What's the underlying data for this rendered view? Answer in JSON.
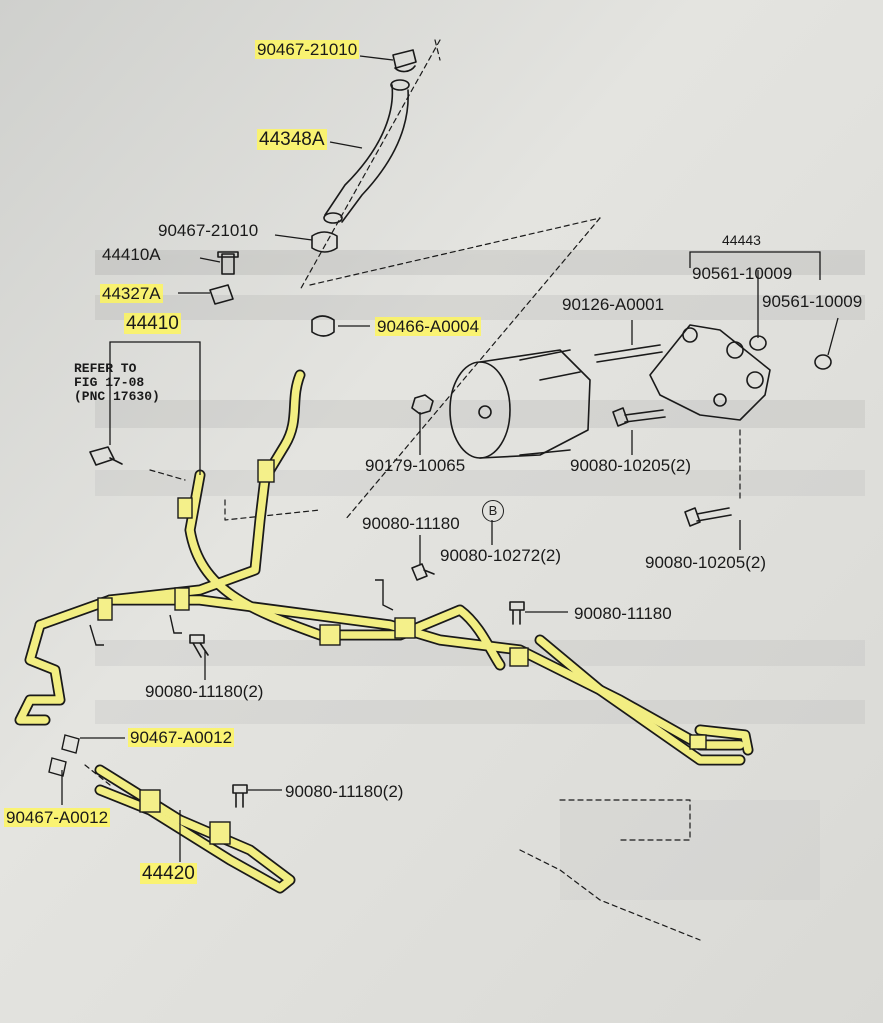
{
  "title": "",
  "callouts": [
    {
      "id": "c1",
      "text": "90467-21010",
      "highlight": true
    },
    {
      "id": "c2",
      "text": "44348A",
      "highlight": true
    },
    {
      "id": "c3",
      "text": "90467-21010",
      "highlight": false
    },
    {
      "id": "c4",
      "text": "44410A",
      "highlight": false
    },
    {
      "id": "c5",
      "text": "44327A",
      "highlight": true
    },
    {
      "id": "c6",
      "text": "44410",
      "highlight": true
    },
    {
      "id": "c7",
      "text": "90466-A0004",
      "highlight": true
    },
    {
      "id": "c8",
      "text": "90126-A0001",
      "highlight": false
    },
    {
      "id": "c9",
      "text": "44443",
      "highlight": false
    },
    {
      "id": "c10",
      "text": "90561-10009",
      "highlight": false
    },
    {
      "id": "c11",
      "text": "90561-10009",
      "highlight": false
    },
    {
      "id": "c12",
      "text": "90179-10065",
      "highlight": false
    },
    {
      "id": "c13",
      "text": "90080-10205(2)",
      "highlight": false
    },
    {
      "id": "c14",
      "text": "90080-11180",
      "highlight": false
    },
    {
      "id": "c15",
      "text": "90080-10272(2)",
      "highlight": false
    },
    {
      "id": "c16",
      "text": "90080-10205(2)",
      "highlight": false
    },
    {
      "id": "c17",
      "text": "90080-11180",
      "highlight": false
    },
    {
      "id": "c18",
      "text": "90080-11180(2)",
      "highlight": false
    },
    {
      "id": "c19",
      "text": "90467-A0012",
      "highlight": true
    },
    {
      "id": "c20",
      "text": "90080-11180(2)",
      "highlight": false
    },
    {
      "id": "c21",
      "text": "90467-A0012",
      "highlight": true
    },
    {
      "id": "c22",
      "text": "44420",
      "highlight": true
    }
  ],
  "reference_note": {
    "line1": "REFER TO",
    "line2": "FIG 17-08",
    "line3": "(PNC 17630)"
  },
  "circle_marker": "B",
  "colors": {
    "highlight": "#fff65a",
    "hose_fill": "#f4f08a",
    "line": "#1a1a1a",
    "paper": "#e3e3df"
  }
}
